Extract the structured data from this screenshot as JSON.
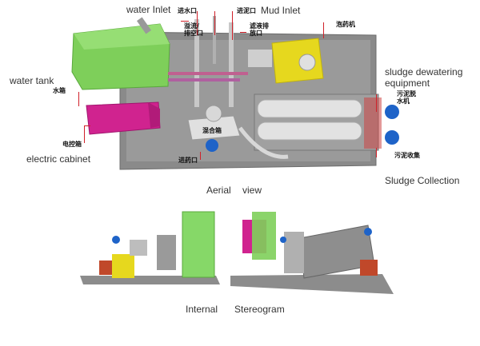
{
  "top_diagram": {
    "labels_en": {
      "water_inlet": "water Inlet",
      "mud_inlet": "Mud Inlet",
      "water_tank": "water tank",
      "sludge_dewatering": "sludge dewatering",
      "equipment": "equipment",
      "electric_cabinet": "electric cabinet",
      "sludge_collection": "Sludge Collection"
    },
    "labels_cn": {
      "water_inlet": "进水口",
      "mud_inlet": "进泥口",
      "overflow_drain": "溢流/\n排空口",
      "filter_drain": "滤液排\n放口",
      "foaming_machine": "泡药机",
      "water_tank": "水箱",
      "sludge_dewatering": "污泥脱\n水机",
      "control_cabinet": "电控箱",
      "mixing_tank": "混合箱",
      "chemical_inlet": "进药口",
      "sludge_collection": "污泥收集"
    },
    "caption_left": "Aerial",
    "caption_right": "view"
  },
  "bottom_views": {
    "caption_left": "Internal",
    "caption_right": "Stereogram"
  },
  "colors": {
    "tank_green": "#7ecf5a",
    "cabinet_magenta": "#d0238f",
    "yellow_unit": "#e6d81e",
    "base_gray": "#8c8c8c",
    "pump_blue": "#1e63c8",
    "leader_red": "#d0212a"
  }
}
